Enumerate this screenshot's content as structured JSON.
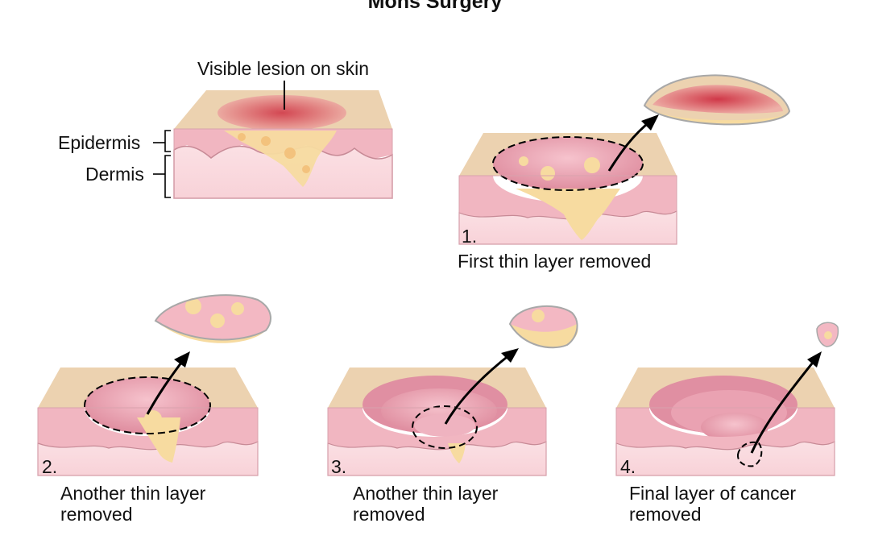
{
  "title": "Mohs Surgery",
  "labels": {
    "lesion": "Visible lesion on skin",
    "epidermis": "Epidermis",
    "dermis": "Dermis"
  },
  "steps": [
    {
      "number": "1.",
      "caption_line1": "First thin layer removed",
      "caption_line2": ""
    },
    {
      "number": "2.",
      "caption_line1": "Another thin layer",
      "caption_line2": "removed"
    },
    {
      "number": "3.",
      "caption_line1": "Another thin layer",
      "caption_line2": "removed"
    },
    {
      "number": "4.",
      "caption_line1": "Final layer of cancer",
      "caption_line2": "removed"
    }
  ],
  "colors": {
    "skin_top": "#ecd2b0",
    "epidermis": "#f1b6c1",
    "dermis": "#fbe3e6",
    "wound": "#e89aaa",
    "lesion": "#d9505e",
    "tumor": "#f7dba0",
    "outline": "#000000"
  }
}
